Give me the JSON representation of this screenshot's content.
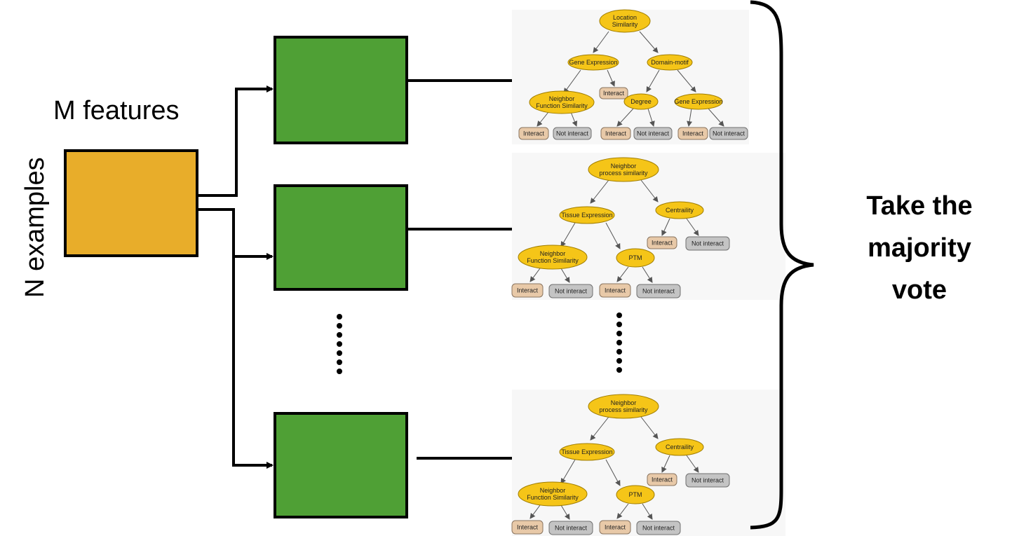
{
  "data_block": {
    "columns_label": "M features",
    "rows_label": "N examples",
    "color": "#e8ad2a"
  },
  "learner_color": "#4fa035",
  "ellipsis": "……",
  "conclusion": [
    "Take the",
    "majority",
    "vote"
  ],
  "trees": [
    {
      "root": [
        "Location",
        "Similarity"
      ],
      "left": [
        "Gene Expression"
      ],
      "right": [
        "Domain-motif"
      ],
      "ll": [
        "Neighbor",
        "Function Similarity"
      ],
      "lr_leaf": "Interact",
      "rl": [
        "Degree"
      ],
      "rr": [
        "Gene Expression"
      ],
      "leaves": [
        "Interact",
        "Not interact",
        "Interact",
        "Not interact",
        "Interact",
        "Not interact"
      ]
    },
    {
      "root": [
        "Neighbor",
        "process similarity"
      ],
      "left": [
        "Tissue Expression"
      ],
      "right": [
        "Centraility"
      ],
      "ll": [
        "Neighbor",
        "Function Similarity"
      ],
      "lr": [
        "PTM"
      ],
      "r_leaves": [
        "Interact",
        "Not interact"
      ],
      "leaves": [
        "Interact",
        "Not interact",
        "Interact",
        "Not interact"
      ]
    },
    {
      "root": [
        "Neighbor",
        "process similarity"
      ],
      "left": [
        "Tissue Expression"
      ],
      "right": [
        "Centraility"
      ],
      "ll": [
        "Neighbor",
        "Function Similarity"
      ],
      "lr": [
        "PTM"
      ],
      "r_leaves": [
        "Interact",
        "Not interact"
      ],
      "leaves": [
        "Interact",
        "Not interact",
        "Interact",
        "Not interact"
      ]
    }
  ]
}
